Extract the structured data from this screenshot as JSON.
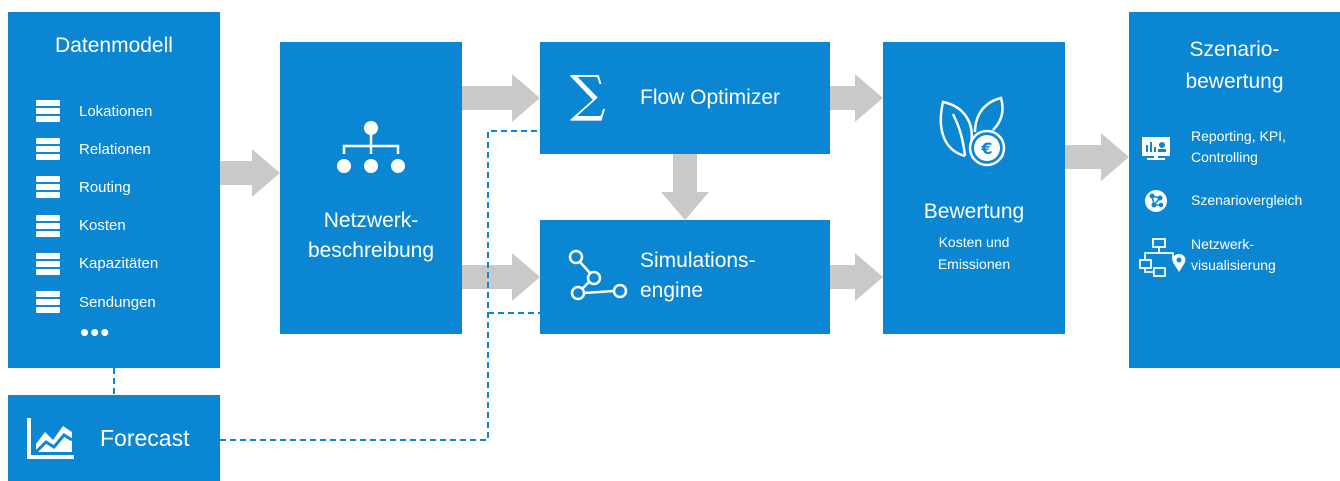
{
  "colors": {
    "box": "#0a86d3",
    "arrow": "#c9c9c9",
    "dashed": "#0a86d3",
    "text": "#ffffff"
  },
  "datenmodell": {
    "title": "Datenmodell",
    "items": [
      "Lokationen",
      "Relationen",
      "Routing",
      "Kosten",
      "Kapazitäten",
      "Sendungen"
    ],
    "more": "•••",
    "item_icon": "database-icon"
  },
  "forecast": {
    "label": "Forecast",
    "icon": "chart-icon"
  },
  "netzwerk": {
    "line1": "Netzwerk-",
    "line2": "beschreibung",
    "icon": "hierarchy-icon"
  },
  "flow_optimizer": {
    "label": "Flow Optimizer",
    "icon": "sigma-icon",
    "symbol": "∑"
  },
  "simulation": {
    "line1": "Simulations-",
    "line2": "engine",
    "icon": "network-path-icon"
  },
  "bewertung": {
    "title": "Bewertung",
    "sub1": "Kosten und",
    "sub2": "Emissionen",
    "icon": "eco-euro-icon"
  },
  "szenario": {
    "title1": "Szenario-",
    "title2": "bewertung",
    "items": [
      {
        "line1": "Reporting, KPI,",
        "line2": "Controlling",
        "icon": "dashboard-icon"
      },
      {
        "line1": "Szenariovergleich",
        "line2": "",
        "icon": "globe-network-icon"
      },
      {
        "line1": "Netzwerk-",
        "line2": "visualisierung",
        "icon": "network-map-icon"
      }
    ]
  }
}
